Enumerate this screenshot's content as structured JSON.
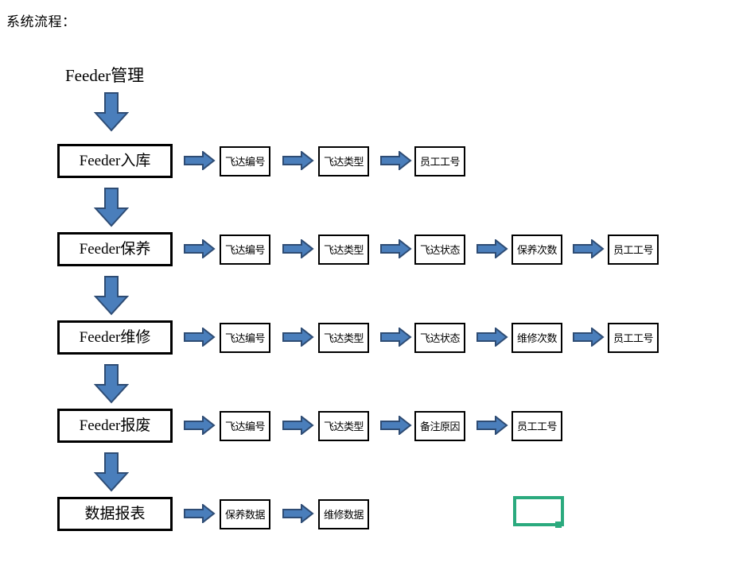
{
  "page": {
    "title": "系统流程："
  },
  "diagram": {
    "root_node": {
      "label": "Feeder管理"
    },
    "arrow_fill": "#4A7EBB",
    "arrow_stroke": "#2E4C74",
    "box_border": "#000000",
    "selection_color": "#2BAA7E",
    "rows": [
      {
        "stage": "Feeder入库",
        "fields": [
          "飞达编号",
          "飞达类型",
          "员工工号"
        ]
      },
      {
        "stage": "Feeder保养",
        "fields": [
          "飞达编号",
          "飞达类型",
          "飞达状态",
          "保养次数",
          "员工工号"
        ]
      },
      {
        "stage": "Feeder维修",
        "fields": [
          "飞达编号",
          "飞达类型",
          "飞达状态",
          "维修次数",
          "员工工号"
        ]
      },
      {
        "stage": "Feeder报废",
        "fields": [
          "飞达编号",
          "飞达类型",
          "备注原因",
          "员工工号"
        ]
      },
      {
        "stage": "数据报表",
        "fields": [
          "保养数据",
          "维修数据"
        ]
      }
    ],
    "empty_shape": {
      "label": ""
    }
  }
}
